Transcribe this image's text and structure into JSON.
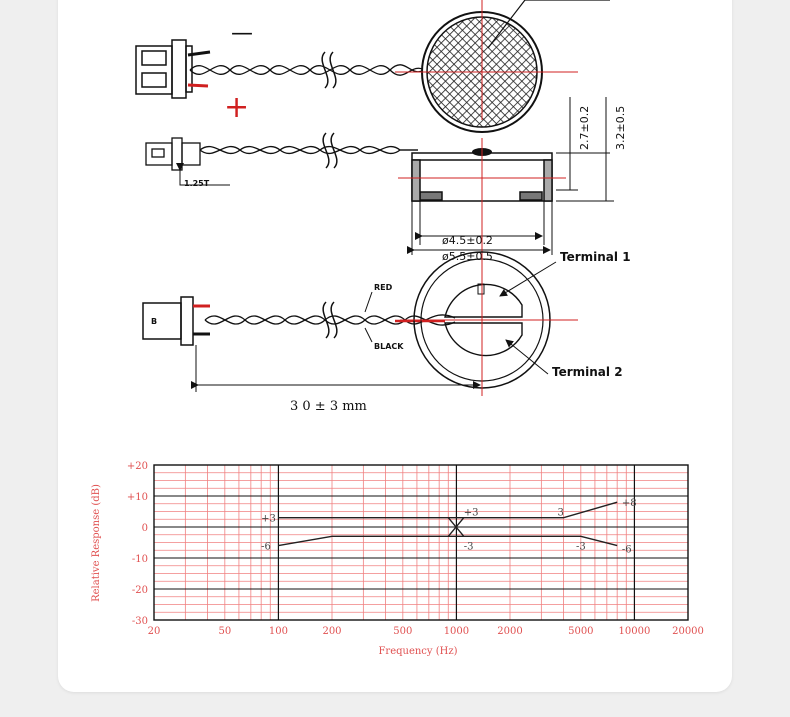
{
  "drawing": {
    "minus_sign": "—",
    "plus_sign": "+",
    "connector_pitch": "1.25T",
    "height_inner": "2.7±0.2",
    "height_outer": "3.2±0.5",
    "diameter_inner": "ø4.5±0.2",
    "diameter_outer": "ø5.5±0.5",
    "terminal_1": "Terminal 1",
    "terminal_2": "Terminal 2",
    "wire_red": "RED",
    "wire_black": "BLACK",
    "cable_length": "3 0 ± 3 mm",
    "connector_mark": "B"
  },
  "chart_data": {
    "type": "line",
    "xlabel": "Frequency (Hz)",
    "ylabel": "Relative Response (dB)",
    "x_scale": "log",
    "xlim": [
      20,
      20000
    ],
    "ylim": [
      -30,
      20
    ],
    "x_ticks": [
      20,
      50,
      100,
      200,
      500,
      1000,
      2000,
      5000,
      10000,
      20000
    ],
    "x_tick_labels": [
      "20",
      "50",
      "100",
      "200",
      "500",
      "1000",
      "2000",
      "5000",
      "10000",
      "20000"
    ],
    "y_ticks": [
      20,
      10,
      0,
      -10,
      -20,
      -30
    ],
    "y_tick_labels": [
      "+20",
      "+10",
      "0",
      "-10",
      "-20",
      "-30"
    ],
    "grid": true,
    "series": [
      {
        "points": [
          [
            100,
            3
          ],
          [
            900,
            3
          ],
          [
            1100,
            3
          ],
          [
            4000,
            3
          ],
          [
            8000,
            8
          ]
        ]
      },
      {
        "points": [
          [
            100,
            -6
          ],
          [
            200,
            -3
          ],
          [
            900,
            -3
          ],
          [
            1100,
            -3
          ],
          [
            5000,
            -3
          ],
          [
            8000,
            -6
          ]
        ]
      },
      {
        "points": [
          [
            900,
            -3
          ],
          [
            1100,
            3
          ]
        ]
      },
      {
        "points": [
          [
            900,
            3
          ],
          [
            1100,
            -3
          ]
        ]
      }
    ],
    "annotations": [
      {
        "text": "+3",
        "x": 80,
        "y": 3
      },
      {
        "text": "-6",
        "x": 80,
        "y": -6
      },
      {
        "text": "+3",
        "x": 1100,
        "y": 5
      },
      {
        "text": "-3",
        "x": 1100,
        "y": -6
      },
      {
        "text": "3",
        "x": 3700,
        "y": 5
      },
      {
        "text": "-3",
        "x": 4700,
        "y": -6
      },
      {
        "text": "+8",
        "x": 8500,
        "y": 8
      },
      {
        "text": "-6",
        "x": 8500,
        "y": -7
      }
    ]
  }
}
